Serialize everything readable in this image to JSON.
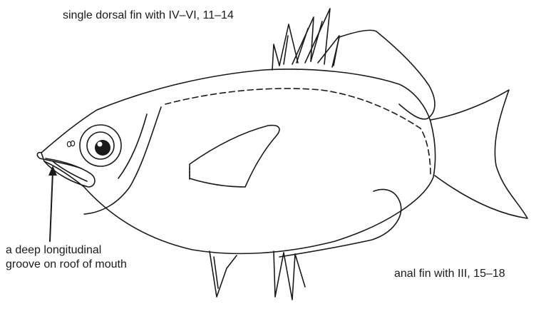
{
  "labels": {
    "dorsal_fin": "single dorsal fin with IV–VI, 11–14",
    "groove_line1": "a deep longitudinal",
    "groove_line2": "groove on roof of mouth",
    "anal_fin": "anal fin with III, 15–18"
  },
  "colors": {
    "ink": "#1a1a1a",
    "background": "#ffffff"
  }
}
